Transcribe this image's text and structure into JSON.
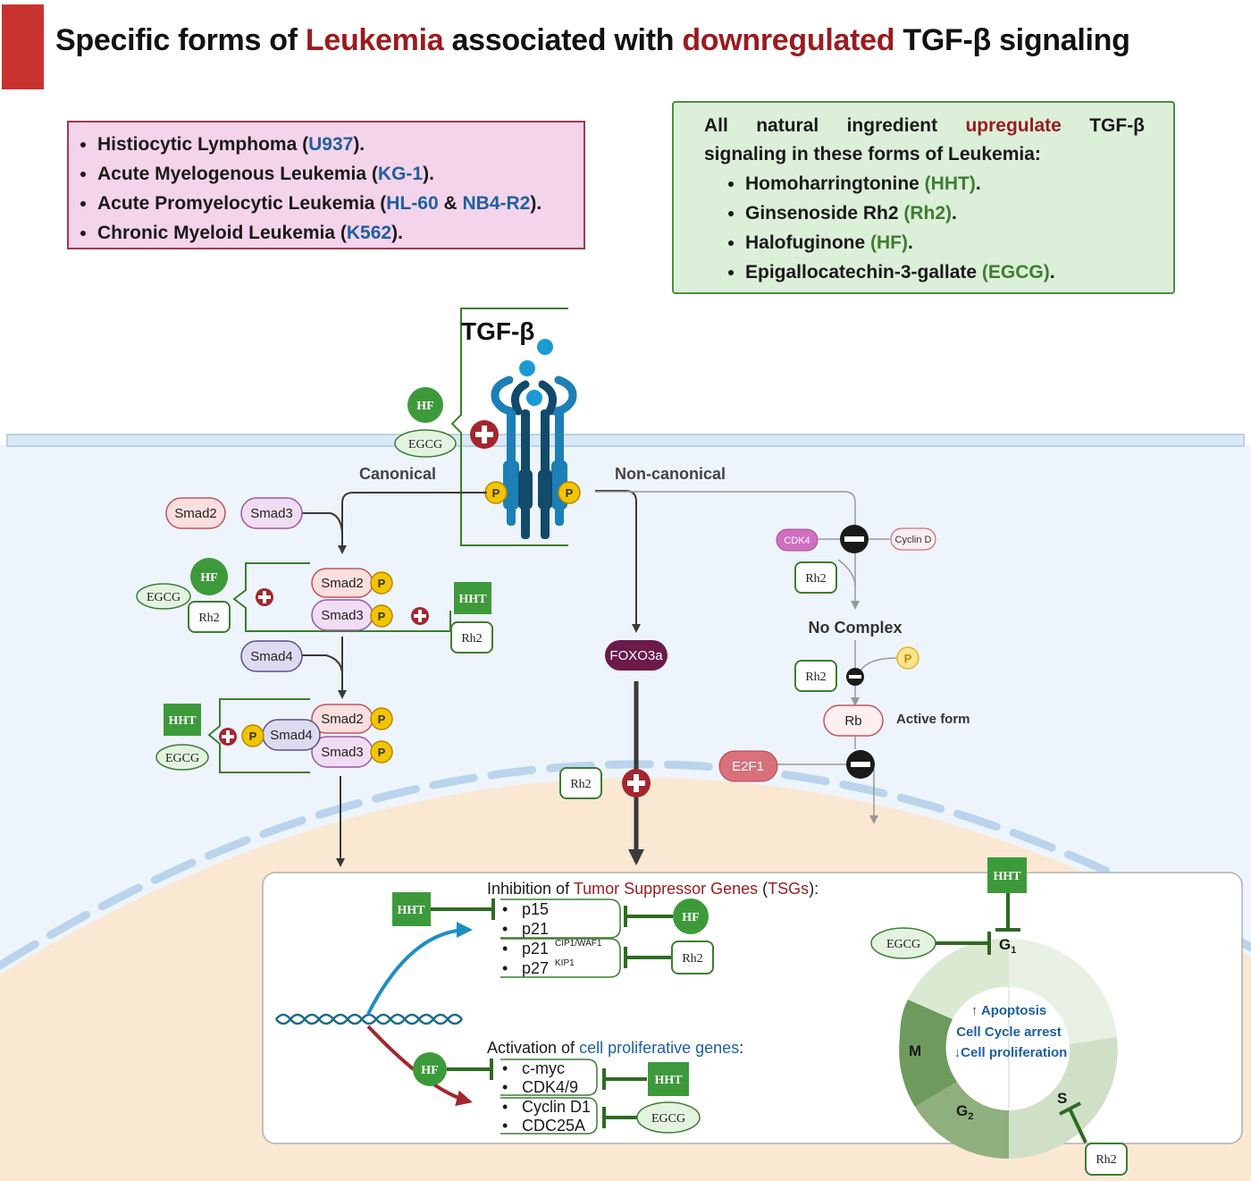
{
  "title": {
    "part1": "Specific forms of ",
    "highlight1": "Leukemia",
    "part2": " associated with ",
    "highlight2": "downregulated",
    "part3": " TGF-β signaling"
  },
  "leukemia_forms": [
    {
      "name": "Histiocytic Lymphoma (",
      "cell": "U937",
      "end": ")."
    },
    {
      "name": "Acute Myelogenous Leukemia (",
      "cell": "KG-1",
      "end": ")."
    },
    {
      "name": "Acute Promyelocytic Leukemia (",
      "cell": "HL-60",
      "mid": " & ",
      "cell2": "NB4-R2",
      "end": ")."
    },
    {
      "name": "Chronic Myeloid Leukemia (",
      "cell": "K562",
      "end": ")."
    }
  ],
  "natural_box": {
    "intro_a": "All natural ingredient ",
    "intro_highlight": "upregulate",
    "intro_b": " TGF-β",
    "intro_line2": "signaling in these forms of Leukemia:",
    "items": [
      {
        "name": "Homoharringtonine ",
        "abbr": "(HHT)",
        "end": "."
      },
      {
        "name": "Ginsenoside Rh2 ",
        "abbr": "(Rh2)",
        "end": "."
      },
      {
        "name": "Halofuginone ",
        "abbr": "(HF)",
        "end": "."
      },
      {
        "name": "Epigallocatechin-3-gallate ",
        "abbr": "(EGCG)",
        "end": "."
      }
    ]
  },
  "labels": {
    "tgf_beta": "TGF-β",
    "canonical": "Canonical",
    "non_canonical": "Non-canonical",
    "smad2": "Smad2",
    "smad3": "Smad3",
    "smad4": "Smad4",
    "p": "P",
    "foxo3a": "FOXO3a",
    "cdk4": "CDK4",
    "cyclin_d": "Cyclin D",
    "no_complex": "No Complex",
    "rb": "Rb",
    "active_form": "Active form",
    "e2f1": "E2F1",
    "hf": "HF",
    "egcg": "EGCG",
    "rh2": "Rh2",
    "hht": "HHT",
    "tsg_a": "Inhibition of ",
    "tsg_b": "Tumor Suppressor Genes",
    "tsg_c": " (",
    "tsg_d": "TSGs",
    "tsg_e": "):",
    "p15": "p15",
    "p21": "p21",
    "p21b": "p21",
    "p21b_sup": "CIP1/WAF1",
    "p27": "p27",
    "p27_sup": "KIP1",
    "prolif_a": "Activation of ",
    "prolif_b": "cell proliferative genes",
    "prolif_c": ":",
    "cmyc": "c-myc",
    "cdk49": "CDK4/9",
    "cyclind1": "Cyclin D1",
    "cdc25a": "CDC25A",
    "apoptosis": "↑ Apoptosis",
    "cc_arrest": "Cell Cycle arrest",
    "cell_prolif": "↓Cell proliferation",
    "phase_m": "M",
    "phase_g1": "G",
    "phase_g1_sub": "1",
    "phase_g2": "G",
    "phase_g2_sub": "2",
    "phase_s": "S"
  },
  "colors": {
    "dark_red": "#9b1b1f",
    "cell_blue": "#1f5fa0",
    "herb_green": "#3d7d31",
    "membrane": "#c9dff0",
    "cytoplasm": "#eef4fb",
    "nucleus": "#fbe8d3"
  }
}
